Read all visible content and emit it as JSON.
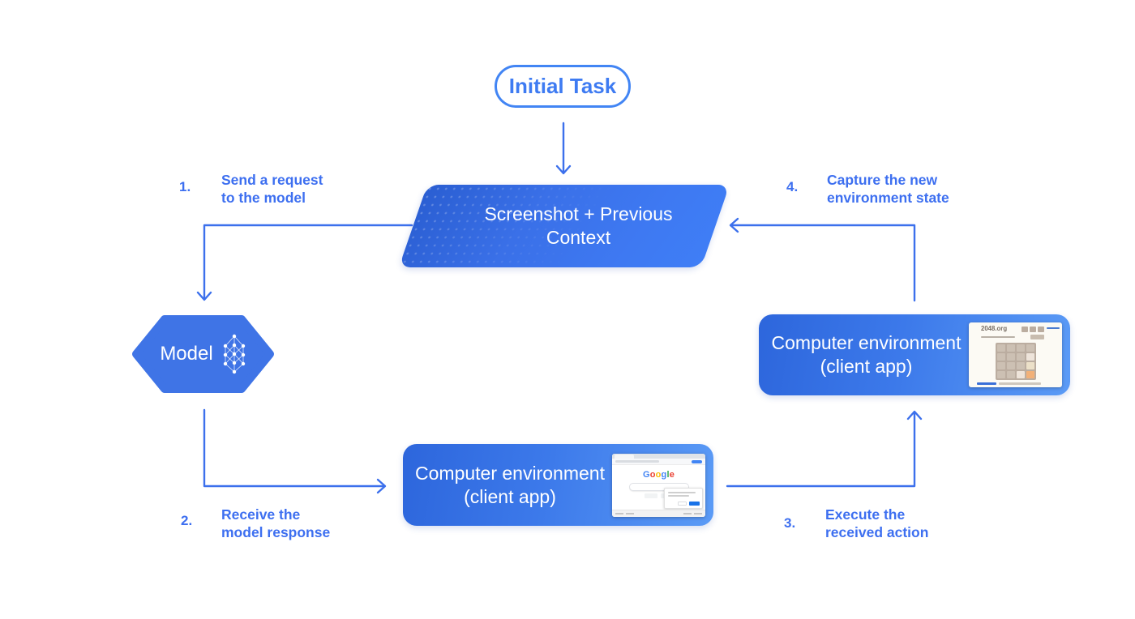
{
  "colors": {
    "accent_blue": "#3d6ff0",
    "pill_blue": "#4285f4",
    "arrow_blue": "#3c70ec",
    "node_gradient_start": "#2d66dc",
    "node_gradient_end": "#5b9bf6",
    "hexagon_fill": "#3f74e6",
    "node_text": "#ffffff",
    "tile_orange": "#f2b179"
  },
  "nodes": {
    "initial_task": {
      "label": "Initial Task"
    },
    "screenshot_context": {
      "line1": "Screenshot + Previous",
      "line2": "Context"
    },
    "model": {
      "label": "Model",
      "icon": "neural-network-icon"
    },
    "env_bottom": {
      "line1": "Computer environment",
      "line2": "(client app)",
      "thumbnail": "google-search-homepage"
    },
    "env_right": {
      "line1": "Computer environment",
      "line2": "(client app)",
      "thumbnail": "2048-game-webpage"
    }
  },
  "steps": [
    {
      "number": "1.",
      "line1": "Send a request",
      "line2": "to the model"
    },
    {
      "number": "2.",
      "line1": "Receive the",
      "line2": "model response"
    },
    {
      "number": "3.",
      "line1": "Execute the",
      "line2": "received action"
    },
    {
      "number": "4.",
      "line1": "Capture the new",
      "line2": "environment state"
    }
  ],
  "thumbnails": {
    "google": {
      "letters": [
        "G",
        "o",
        "o",
        "g",
        "l",
        "e"
      ]
    },
    "game": {
      "site": "2048.org"
    }
  }
}
